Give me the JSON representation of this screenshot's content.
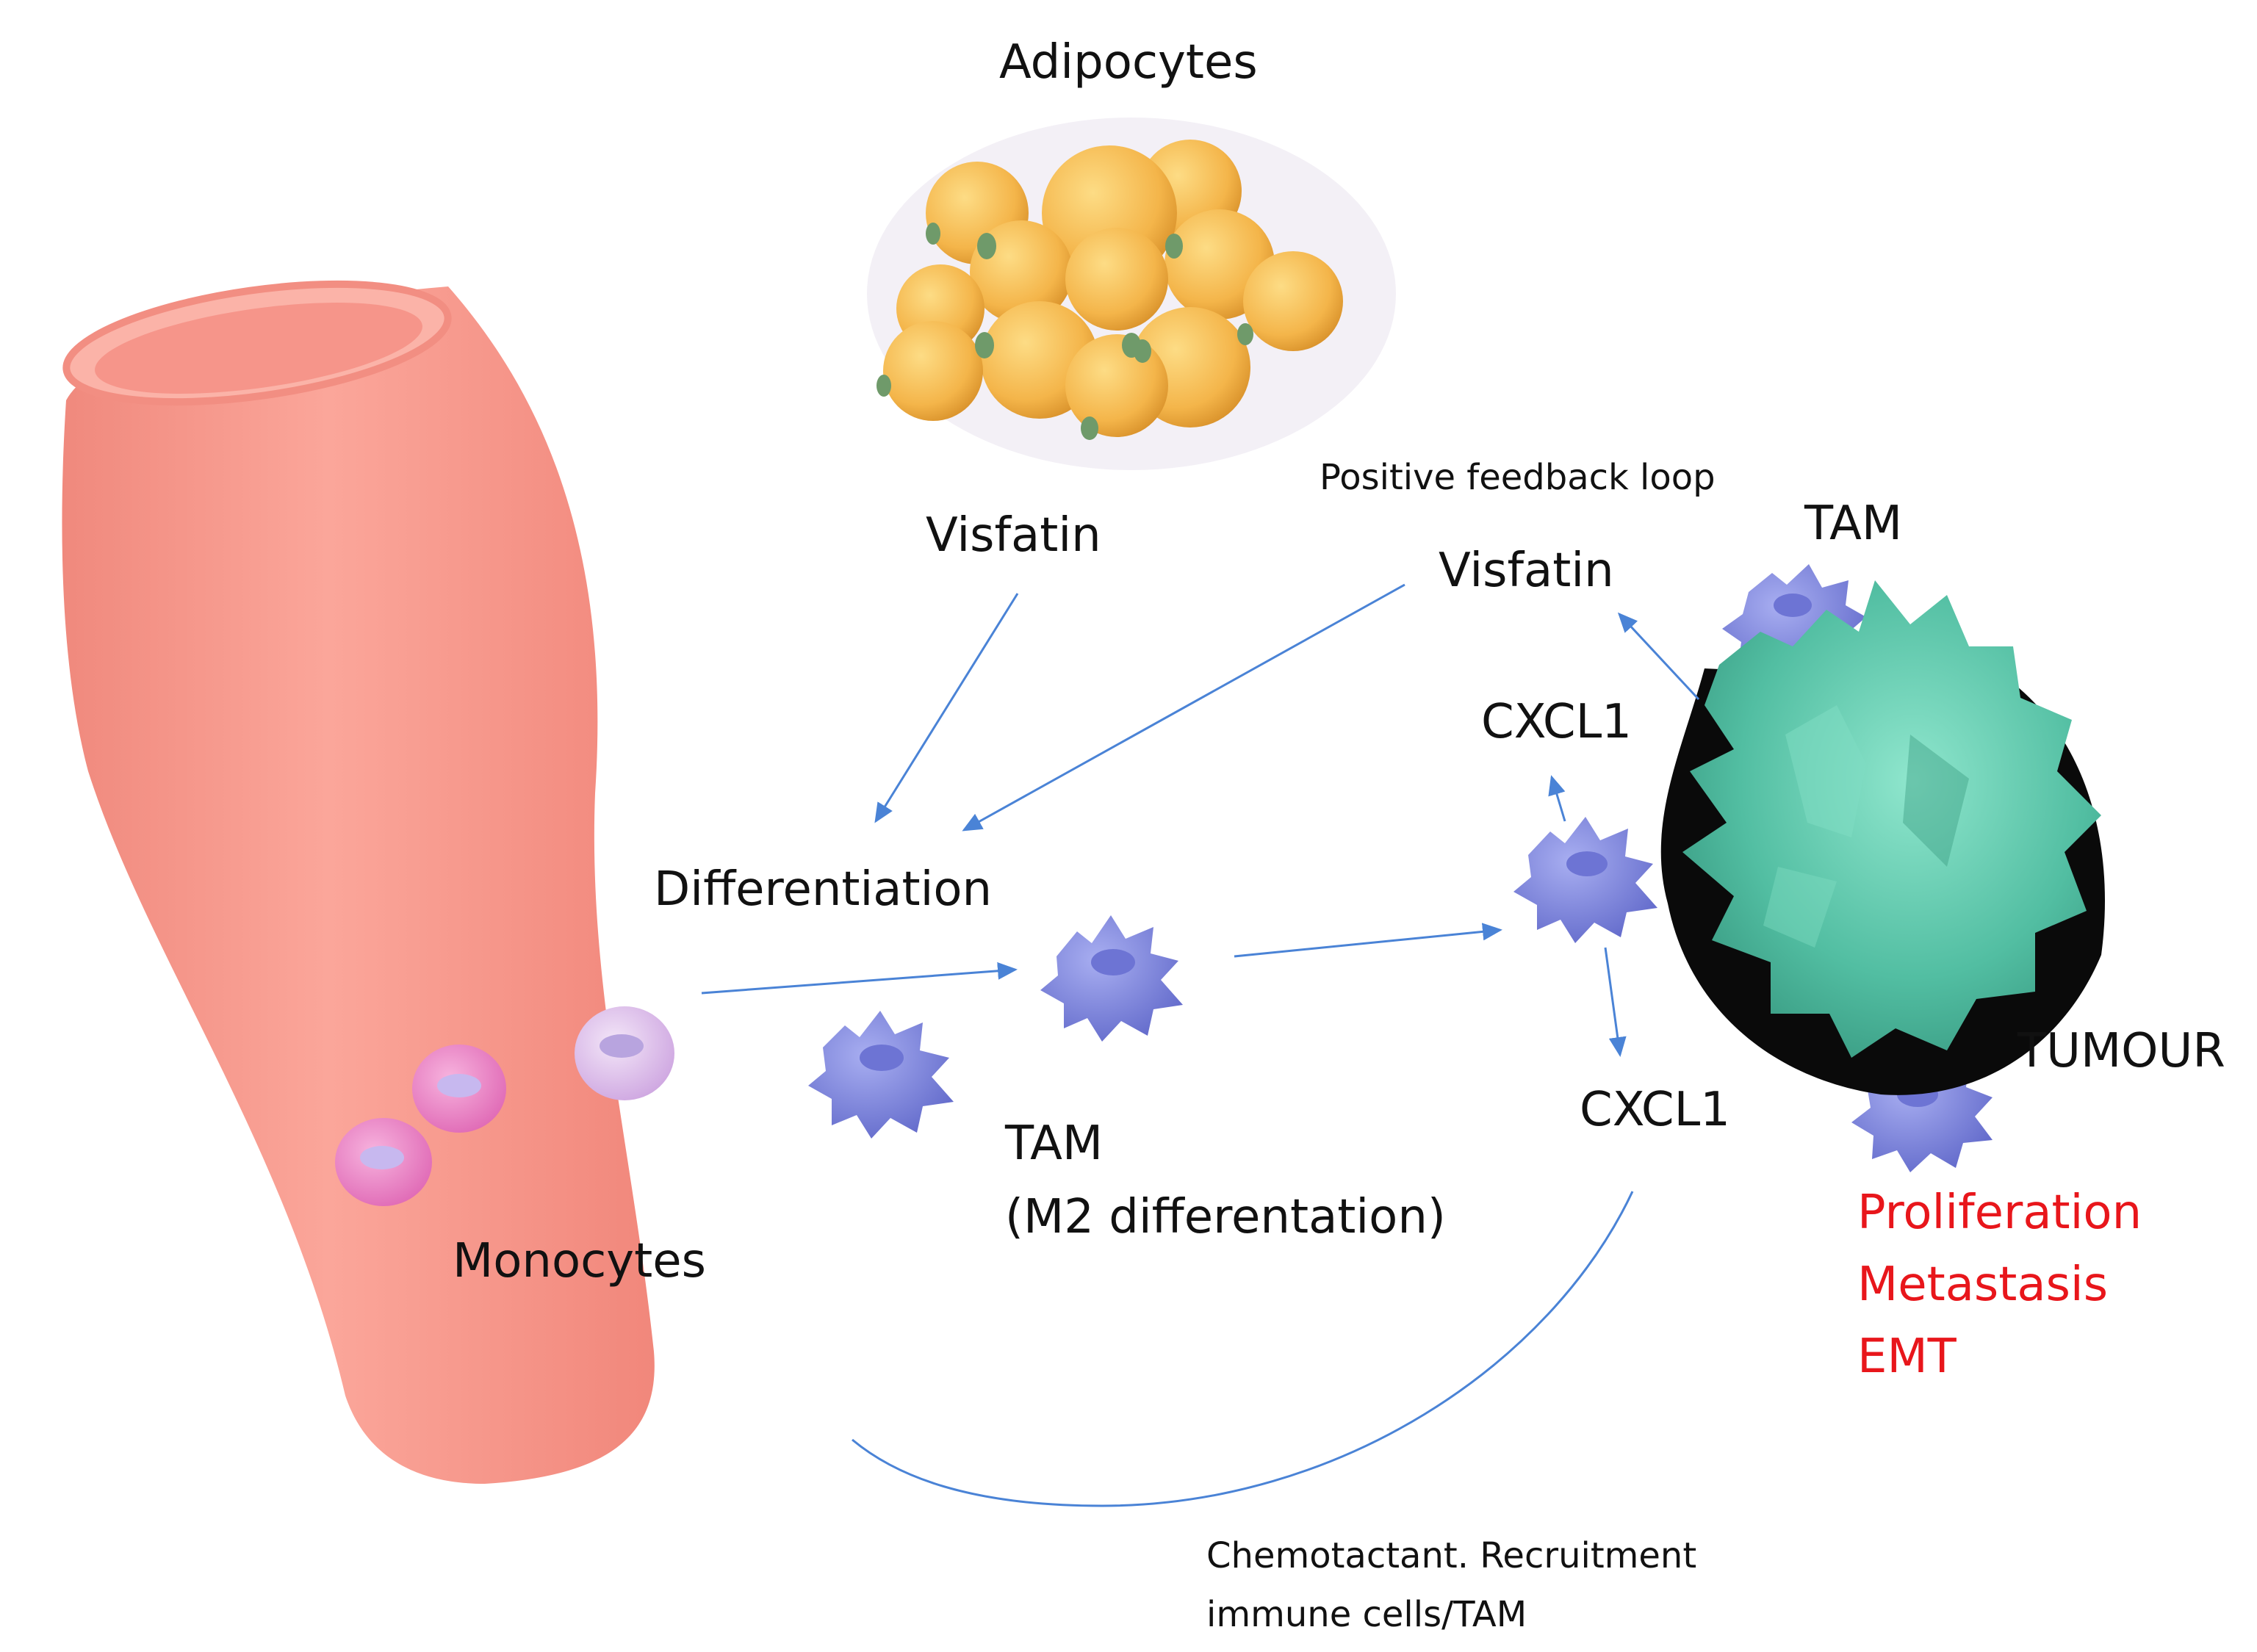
{
  "labels": {
    "adipocytes": "Adipocytes",
    "visfatin_top": "Visfatin",
    "positive_feedback_loop": "Positive feedback loop",
    "visfatin_loop": "Visfatin",
    "tam_top": "TAM",
    "cxcl1_top": "CXCL1",
    "differentiation": "Differentiation",
    "tam_main": "TAM",
    "m2_differentiation": "(M2 differentation)",
    "cxcl1_bottom": "CXCL1",
    "tumour": "TUMOUR",
    "monocytes": "Monocytes",
    "chemotactant_line1": "Chemotactant. Recruitment",
    "chemotactant_line2": "immune cells/TAM"
  },
  "outcomes": {
    "color": "#e8161b",
    "items": [
      "Proliferation",
      "Metastasis",
      "EMT"
    ]
  },
  "colors": {
    "vessel": "#f79a8f",
    "adipocyte": "#f4b54a",
    "adipocyte_nucleus": "#6f9a6a",
    "monocyte": "#e77ac0",
    "monocyte_light": "#d9b7e6",
    "tam": "#7f87e0",
    "tumour": "#55c3a8",
    "arrow": "#4a83d6",
    "outcome_text": "#e8161b"
  }
}
